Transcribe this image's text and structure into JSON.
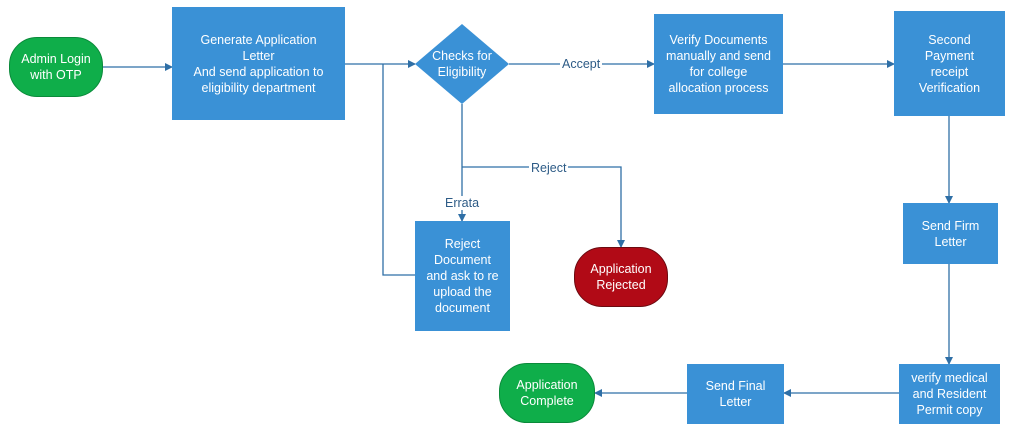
{
  "colors": {
    "box": "#3a91d6",
    "start_end": "#0fae4a",
    "rejected": "#b10a16",
    "connector": "#2f6fa6"
  },
  "nodes": {
    "admin_login": "Admin Login\nwith OTP",
    "generate_letter": "Generate Application\nLetter\nAnd send application to\neligibility department",
    "checks_eligibility": "Checks for\nEligibility",
    "verify_documents": "Verify Documents\nmanually and send\nfor college\nallocation process",
    "second_payment": "Second\nPayment\nreceipt\nVerification",
    "send_firm_letter": "Send Firm\nLetter",
    "verify_medical": "verify medical\nand Resident\nPermit copy",
    "send_final_letter": "Send Final\nLetter",
    "application_complete": "Application\nComplete",
    "reject_document": "Reject\nDocument\nand ask to re\nupload the\ndocument",
    "application_rejected": "Application\nRejected"
  },
  "edges": {
    "accept": "Accept",
    "reject": "Reject",
    "errata": "Errata"
  }
}
